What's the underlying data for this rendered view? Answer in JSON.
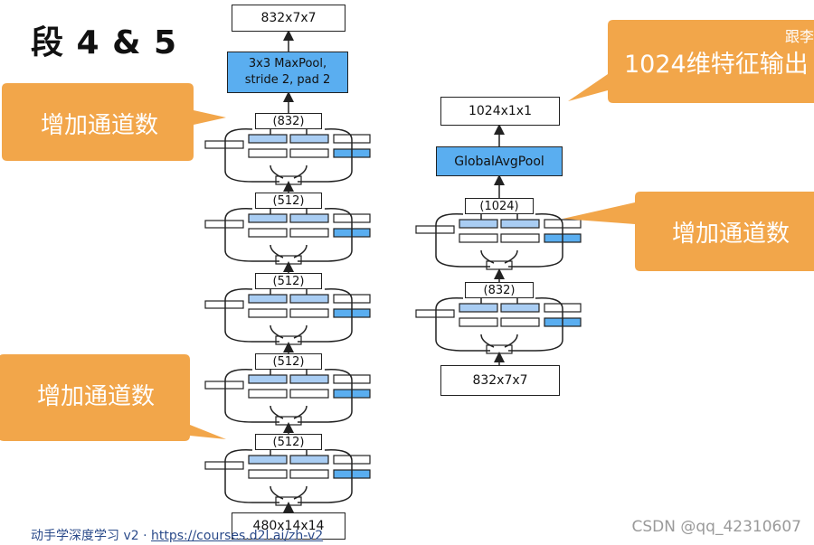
{
  "title": "段 4 & 5",
  "callouts": {
    "increase_channels": "增加通道数",
    "feature_output": "1024维特征输出",
    "corner_tag": "跟李"
  },
  "left_column": {
    "top_output": "832x7x7",
    "maxpool_line1": "3x3 MaxPool,",
    "maxpool_line2": "stride 2, pad 2",
    "inception_labels": [
      "(832)",
      "(512)",
      "(512)",
      "(512)",
      "(512)"
    ],
    "input": "480x14x14"
  },
  "right_column": {
    "output": "1024x1x1",
    "pool": "GlobalAvgPool",
    "inception_labels": [
      "(1024)",
      "(832)"
    ],
    "input": "832x7x7"
  },
  "footer": {
    "prefix": "动手学深度学习 v2 · ",
    "link": "https://courses.d2l.ai/zh-v2"
  },
  "watermark": "CSDN @qq_42310607",
  "colors": {
    "orange": "#f2a64a",
    "blue_dark": "#5aaef0",
    "blue_light": "#a9cdf3"
  }
}
